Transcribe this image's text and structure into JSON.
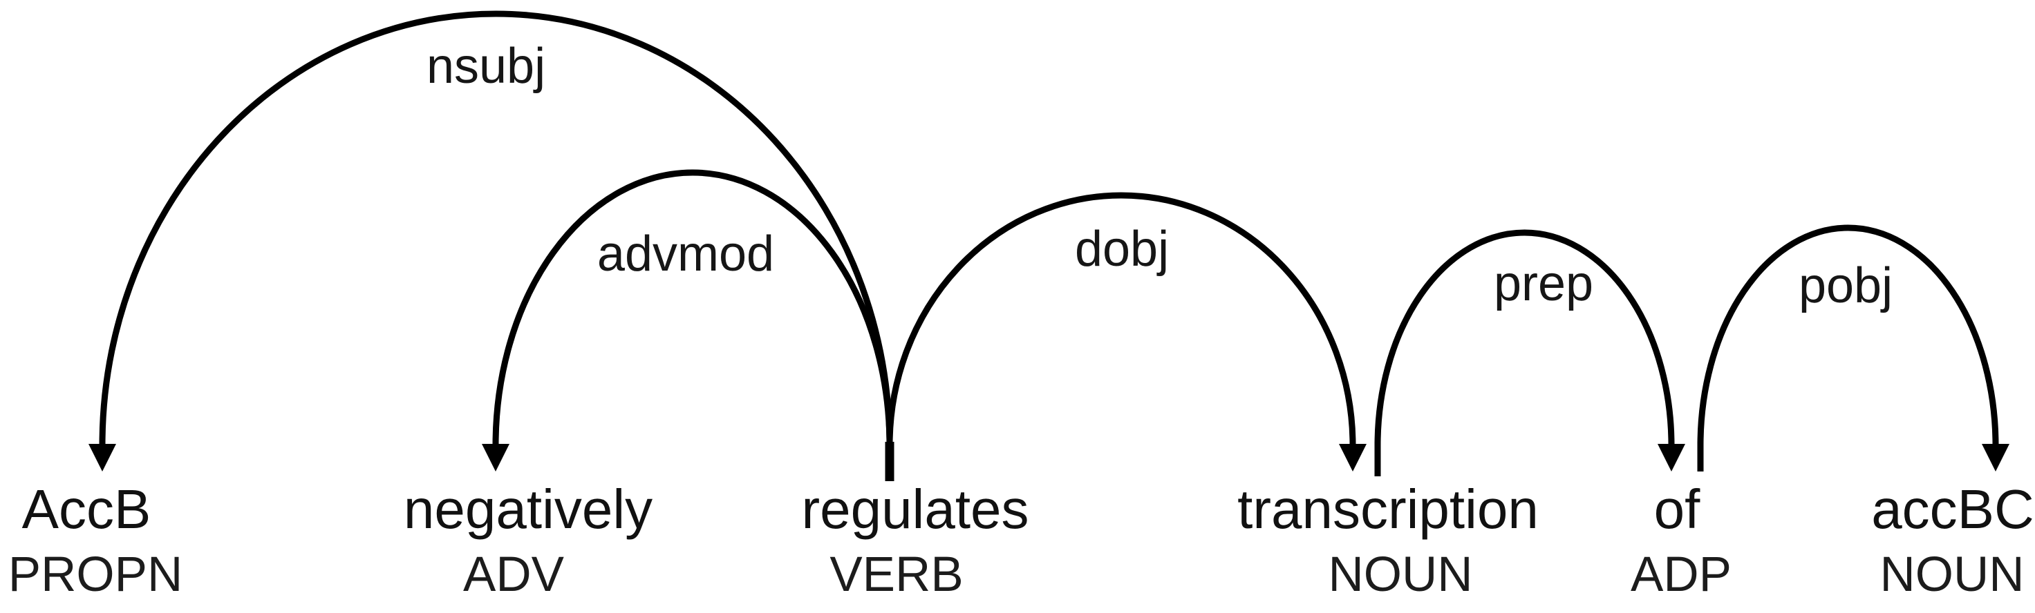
{
  "figure": {
    "type": "dependency-parse-diagram",
    "background_color": "#ffffff",
    "line_color": "#000000",
    "text_color": "#111111"
  },
  "tokens": [
    {
      "text": "AccB",
      "pos": "PROPN"
    },
    {
      "text": "negatively",
      "pos": "ADV"
    },
    {
      "text": "regulates",
      "pos": "VERB"
    },
    {
      "text": "transcription",
      "pos": "NOUN"
    },
    {
      "text": "of",
      "pos": "ADP"
    },
    {
      "text": "accBC",
      "pos": "NOUN"
    }
  ],
  "arcs": [
    {
      "label": "nsubj",
      "head": "regulates",
      "dependent": "AccB",
      "head_index": 2,
      "dependent_index": 0,
      "arrow_direction": "left"
    },
    {
      "label": "advmod",
      "head": "regulates",
      "dependent": "negatively",
      "head_index": 2,
      "dependent_index": 1,
      "arrow_direction": "left"
    },
    {
      "label": "dobj",
      "head": "regulates",
      "dependent": "transcription",
      "head_index": 2,
      "dependent_index": 3,
      "arrow_direction": "right"
    },
    {
      "label": "prep",
      "head": "transcription",
      "dependent": "of",
      "head_index": 3,
      "dependent_index": 4,
      "arrow_direction": "right"
    },
    {
      "label": "pobj",
      "head": "of",
      "dependent": "accBC",
      "head_index": 4,
      "dependent_index": 5,
      "arrow_direction": "right"
    }
  ]
}
